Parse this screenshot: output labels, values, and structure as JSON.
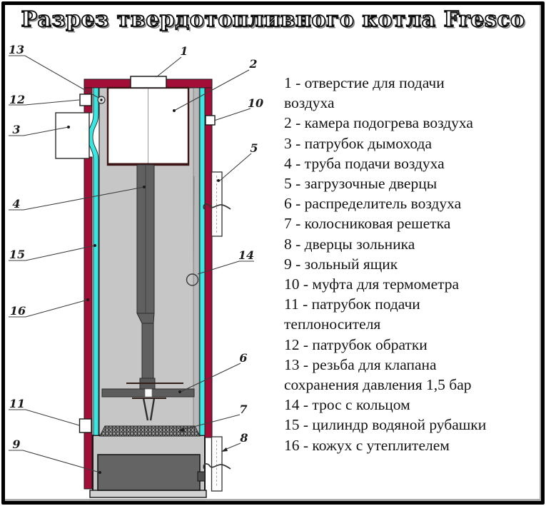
{
  "title": "Разрез твердотопливного котла Fresco",
  "legend": {
    "items": [
      "1 - отверстие для подачи\nвоздуха",
      "2 - камера подогрева воздуха",
      "3 - патрубок дымохода",
      "4 - труба подачи воздуха",
      "5 - загрузочные дверцы",
      "6 - распределитель воздуха",
      "7 - колосниковая решетка",
      "8 - дверцы зольника",
      "9 - зольный ящик",
      "10 - муфта для термометра",
      "11 - патрубок подачи\nтеплоносителя",
      "12 - патрубок обратки",
      "13 - резьба для клапана\nсохранения давления 1,5 бар",
      "14 - трос с кольцом",
      "15 - цилиндр водяной рубашки",
      "16 - кожух с утеплителем"
    ]
  },
  "diagram": {
    "callouts": [
      "1",
      "2",
      "3",
      "4",
      "5",
      "6",
      "7",
      "8",
      "9",
      "10",
      "11",
      "12",
      "13",
      "14",
      "15",
      "16"
    ]
  },
  "colors": {
    "casing_maroon": "#A30E38",
    "water_jacket_cyan": "#38E6E2",
    "interior_gray": "#C6C6C6",
    "metal_dark_gray": "#5E5E5E",
    "chamber_border_dark_red": "#3D1414"
  }
}
